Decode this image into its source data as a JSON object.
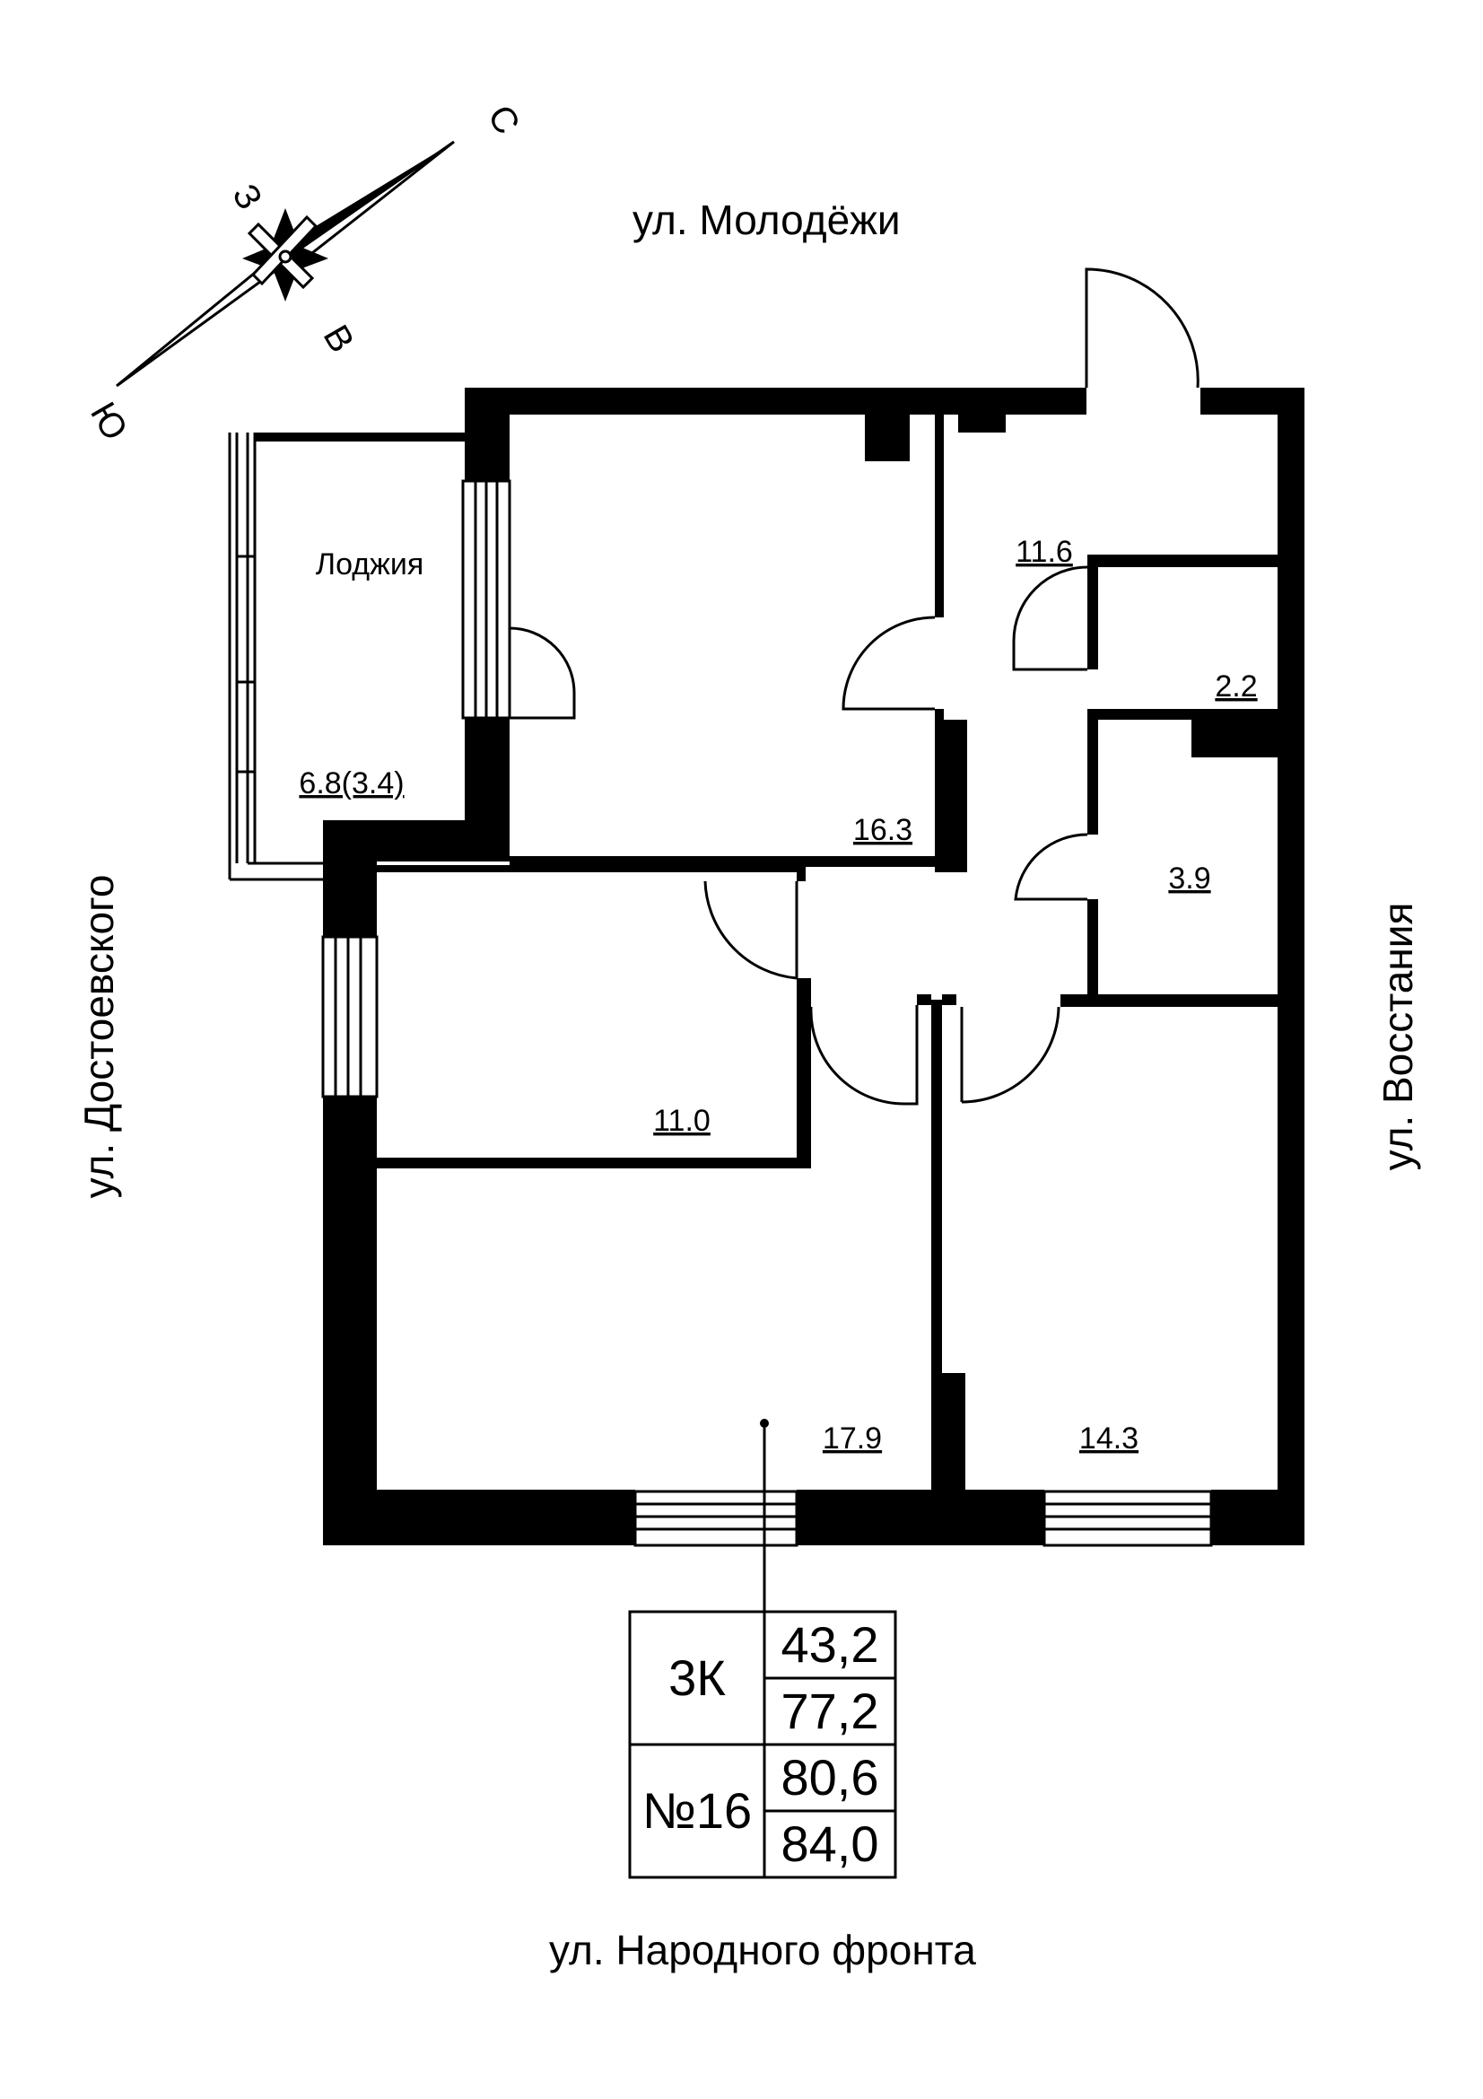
{
  "streets": {
    "top": "ул. Молодёжи",
    "bottom": "ул. Народного фронта",
    "left": "ул. Достоевского",
    "right": "ул. Восстания"
  },
  "compass": {
    "north": "С",
    "south": "Ю",
    "west": "З",
    "east": "В"
  },
  "rooms": {
    "loggia_label": "Лоджия",
    "loggia_area": "6.8(3.4)",
    "bedroom_top": "16.3",
    "hall": "11.6",
    "wc": "2.2",
    "bath": "3.9",
    "room_middle": "11.0",
    "living": "17.9",
    "bedroom_right": "14.3"
  },
  "info": {
    "type": "3К",
    "number": "№16",
    "area_living": "43,2",
    "area_total": "77,2",
    "area_with_loggia": "80,6",
    "area_full": "84,0"
  }
}
